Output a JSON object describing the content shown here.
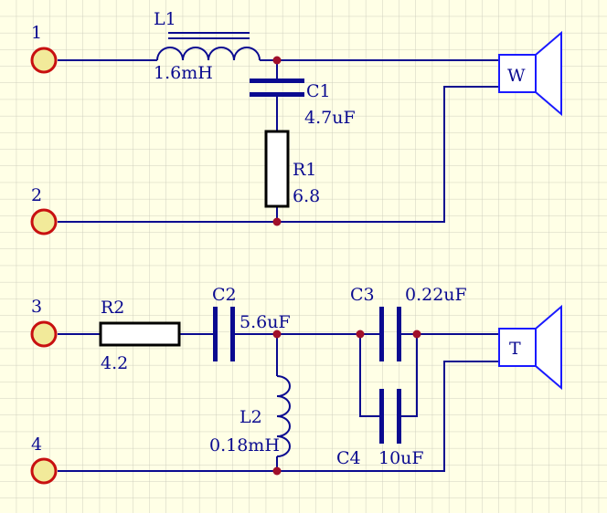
{
  "terminals": [
    {
      "label": "1"
    },
    {
      "label": "2"
    },
    {
      "label": "3"
    },
    {
      "label": "4"
    }
  ],
  "components": {
    "L1": {
      "designator": "L1",
      "value": "1.6mH"
    },
    "C1": {
      "designator": "C1",
      "value": "4.7uF"
    },
    "R1": {
      "designator": "R1",
      "value": "6.8"
    },
    "R2": {
      "designator": "R2",
      "value": "4.2"
    },
    "C2": {
      "designator": "C2",
      "value": "5.6uF"
    },
    "L2": {
      "designator": "L2",
      "value": "0.18mH"
    },
    "C3": {
      "designator": "C3",
      "value": "0.22uF"
    },
    "C4": {
      "designator": "C4",
      "value": "10uF"
    }
  },
  "speakers": {
    "woofer": {
      "label": "W"
    },
    "tweeter": {
      "label": "T"
    }
  },
  "colors": {
    "background": "#ffffe6",
    "grid": "#cfcfbf",
    "wire": "#0a0a90",
    "terminal_ring": "#c81010",
    "junction": "#a0102a",
    "speaker": "#1a1aff"
  }
}
